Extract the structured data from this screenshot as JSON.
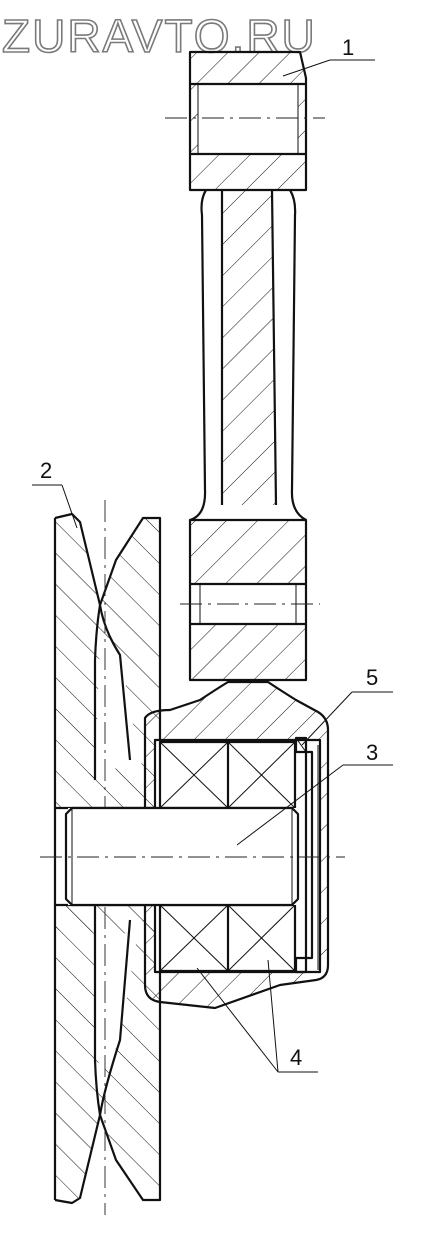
{
  "watermark": "ZURAVTO.RU",
  "callouts": {
    "label_1": "1",
    "label_2": "2",
    "label_3": "3",
    "label_4": "4",
    "label_5": "5"
  },
  "colors": {
    "line": "#111111",
    "background": "#ffffff",
    "watermark_outline": "#7a7a7a"
  }
}
